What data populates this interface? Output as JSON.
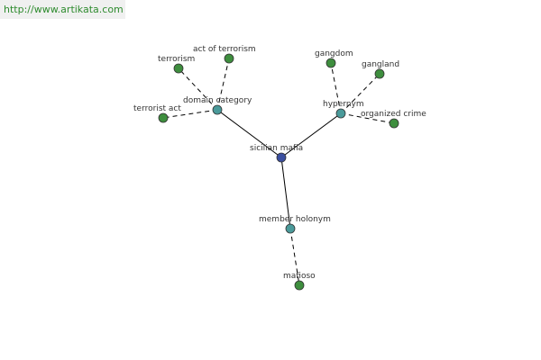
{
  "watermark": "http://www.artikata.com",
  "colors": {
    "center": "#3b4fa0",
    "relation": "#4a9a9a",
    "leaf": "#3e8e3e"
  },
  "nodes": {
    "center": "sicilian mafia",
    "domain_category": "domain category",
    "hypernym": "hypernym",
    "member_holonym": "member holonym",
    "terrorism": "terrorism",
    "act_of_terrorism": "act of terrorism",
    "terrorist_act": "terrorist act",
    "gangdom": "gangdom",
    "gangland": "gangland",
    "organized_crime": "organized crime",
    "mafioso": "mafioso"
  }
}
